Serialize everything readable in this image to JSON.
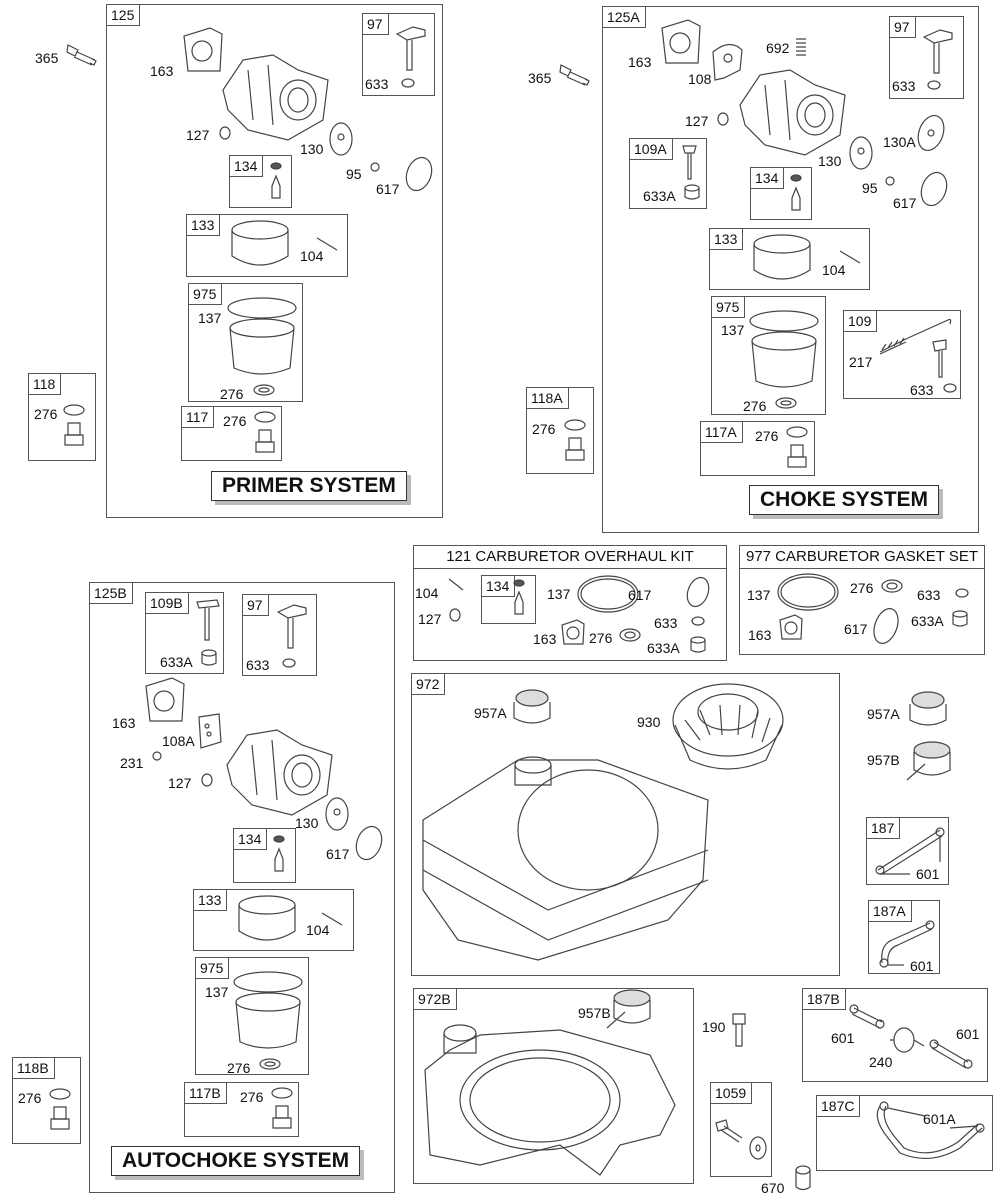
{
  "diagram": {
    "title": "Carburetor & Fuel Tank Parts Diagram",
    "primer_system": {
      "label": "PRIMER SYSTEM",
      "assembly": "125",
      "outside_parts": {
        "bolt": "365"
      },
      "parts": {
        "gasket": "163",
        "seal": "127",
        "plate": "130",
        "screw": "95",
        "o_ring": "617"
      },
      "sub_97": {
        "tag": "97",
        "part": "633"
      },
      "sub_134": {
        "tag": "134"
      },
      "sub_133": {
        "tag": "133",
        "part": "104"
      },
      "sub_975": {
        "tag": "975",
        "bowl_gasket": "137",
        "washer": "276"
      },
      "sub_117": {
        "tag": "117",
        "washer": "276"
      },
      "sub_118": {
        "tag": "118",
        "washer": "276"
      }
    },
    "choke_system": {
      "label": "CHOKE SYSTEM",
      "assembly": "125A",
      "outside_parts": {
        "bolt": "365"
      },
      "parts": {
        "gasket": "163",
        "plate": "108",
        "spring": "692",
        "seal": "127",
        "plate_130": "130",
        "plate_130a": "130A",
        "screw": "95",
        "o_ring": "617"
      },
      "sub_97": {
        "tag": "97",
        "part": "633"
      },
      "sub_109a": {
        "tag": "109A",
        "part": "633A"
      },
      "sub_134": {
        "tag": "134"
      },
      "sub_133": {
        "tag": "133",
        "part": "104"
      },
      "sub_975": {
        "tag": "975",
        "bowl_gasket": "137",
        "washer": "276"
      },
      "sub_109": {
        "tag": "109",
        "spring": "217",
        "part": "633"
      },
      "sub_117a": {
        "tag": "117A",
        "washer": "276"
      },
      "sub_118a": {
        "tag": "118A",
        "washer": "276"
      }
    },
    "autochoke_system": {
      "label": "AUTOCHOKE SYSTEM",
      "assembly": "125B",
      "parts": {
        "gasket": "163",
        "plate": "108A",
        "screw": "231",
        "seal": "127",
        "plate_130": "130",
        "o_ring": "617"
      },
      "sub_109b": {
        "tag": "109B",
        "part": "633A"
      },
      "sub_97": {
        "tag": "97",
        "part": "633"
      },
      "sub_134": {
        "tag": "134"
      },
      "sub_133": {
        "tag": "133",
        "part": "104"
      },
      "sub_975": {
        "tag": "975",
        "bowl_gasket": "137",
        "washer": "276"
      },
      "sub_117b": {
        "tag": "117B",
        "washer": "276"
      },
      "sub_118b": {
        "tag": "118B",
        "washer": "276"
      }
    },
    "overhaul_kit": {
      "title": "121 CARBURETOR OVERHAUL KIT",
      "parts": {
        "p104": "104",
        "p127": "127",
        "sub134": "134",
        "p137": "137",
        "p617": "617",
        "p163": "163",
        "p276": "276",
        "p633": "633",
        "p633a": "633A"
      }
    },
    "gasket_set": {
      "title": "977 CARBURETOR GASKET SET",
      "parts": {
        "p137": "137",
        "p276": "276",
        "p633": "633",
        "p163": "163",
        "p617": "617",
        "p633a": "633A"
      }
    },
    "tank_972": {
      "tag": "972",
      "cap": "957A",
      "cover": "930"
    },
    "loose_caps": {
      "cap_a": "957A",
      "cap_b": "957B"
    },
    "line_187": {
      "tag": "187",
      "clamp": "601"
    },
    "line_187a": {
      "tag": "187A",
      "clamp": "601"
    },
    "tank_972b": {
      "tag": "972B",
      "cap": "957B"
    },
    "bolt_190": {
      "label": "190"
    },
    "sub_1059": {
      "tag": "1059"
    },
    "spacer_670": {
      "label": "670"
    },
    "line_187b": {
      "tag": "187B",
      "clamp_left": "601",
      "filter": "240",
      "clamp_right": "601"
    },
    "line_187c": {
      "tag": "187C",
      "clamp": "601A"
    }
  }
}
